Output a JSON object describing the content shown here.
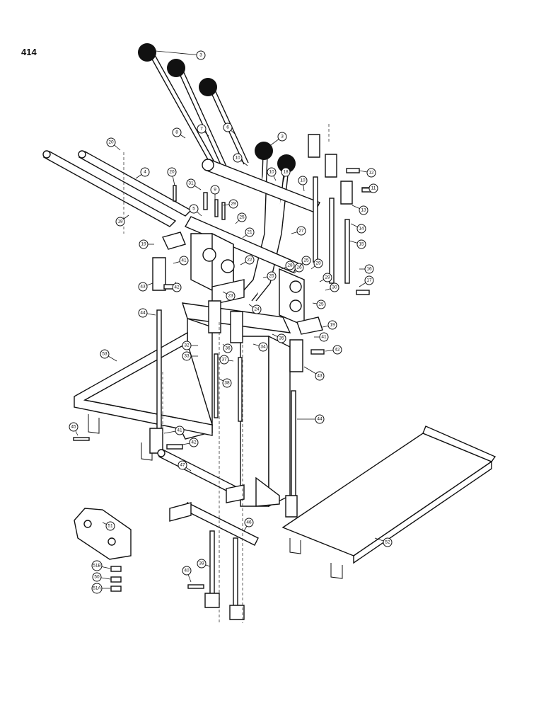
{
  "page_number": "414",
  "callouts": [
    {
      "id": "callout-3a",
      "label": "3"
    },
    {
      "id": "callout-3b",
      "label": "3"
    },
    {
      "id": "callout-8",
      "label": "8"
    },
    {
      "id": "callout-7",
      "label": "7"
    },
    {
      "id": "callout-6",
      "label": "6"
    },
    {
      "id": "callout-20a",
      "label": "20"
    },
    {
      "id": "callout-4",
      "label": "4"
    },
    {
      "id": "callout-20b",
      "label": "20"
    },
    {
      "id": "callout-31",
      "label": "31"
    },
    {
      "id": "callout-9",
      "label": "9"
    },
    {
      "id": "callout-29a",
      "label": "29"
    },
    {
      "id": "callout-5",
      "label": "5"
    },
    {
      "id": "callout-18a",
      "label": "18"
    },
    {
      "id": "callout-25a",
      "label": "25"
    },
    {
      "id": "callout-10a",
      "label": "10"
    },
    {
      "id": "callout-10b",
      "label": "10"
    },
    {
      "id": "callout-18b",
      "label": "18"
    },
    {
      "id": "callout-10c",
      "label": "10"
    },
    {
      "id": "callout-12",
      "label": "12"
    },
    {
      "id": "callout-11",
      "label": "11"
    },
    {
      "id": "callout-13",
      "label": "13"
    },
    {
      "id": "callout-14",
      "label": "14"
    },
    {
      "id": "callout-15",
      "label": "15"
    },
    {
      "id": "callout-16",
      "label": "16"
    },
    {
      "id": "callout-17",
      "label": "17"
    },
    {
      "id": "callout-19a",
      "label": "19"
    },
    {
      "id": "callout-21",
      "label": "21"
    },
    {
      "id": "callout-27",
      "label": "27"
    },
    {
      "id": "callout-41a",
      "label": "41"
    },
    {
      "id": "callout-22",
      "label": "22"
    },
    {
      "id": "callout-28",
      "label": "28"
    },
    {
      "id": "callout-26",
      "label": "26"
    },
    {
      "id": "callout-25b",
      "label": "25"
    },
    {
      "id": "callout-29b",
      "label": "29"
    },
    {
      "id": "callout-43a",
      "label": "43"
    },
    {
      "id": "callout-42a",
      "label": "42"
    },
    {
      "id": "callout-25c",
      "label": "25"
    },
    {
      "id": "callout-29c",
      "label": "29"
    },
    {
      "id": "callout-30",
      "label": "30"
    },
    {
      "id": "callout-23",
      "label": "23"
    },
    {
      "id": "callout-24",
      "label": "24"
    },
    {
      "id": "callout-25d",
      "label": "25"
    },
    {
      "id": "callout-44a",
      "label": "44"
    },
    {
      "id": "callout-19b",
      "label": "19"
    },
    {
      "id": "callout-41b",
      "label": "41"
    },
    {
      "id": "callout-32",
      "label": "32"
    },
    {
      "id": "callout-35",
      "label": "35"
    },
    {
      "id": "callout-33",
      "label": "33"
    },
    {
      "id": "callout-36",
      "label": "36"
    },
    {
      "id": "callout-34",
      "label": "34"
    },
    {
      "id": "callout-42b",
      "label": "42"
    },
    {
      "id": "callout-53",
      "label": "53"
    },
    {
      "id": "callout-37",
      "label": "37"
    },
    {
      "id": "callout-43b",
      "label": "43"
    },
    {
      "id": "callout-38",
      "label": "38"
    },
    {
      "id": "callout-45",
      "label": "45"
    },
    {
      "id": "callout-44b",
      "label": "44"
    },
    {
      "id": "callout-41c",
      "label": "41"
    },
    {
      "id": "callout-42c",
      "label": "42"
    },
    {
      "id": "callout-47",
      "label": "47"
    },
    {
      "id": "callout-51",
      "label": "51"
    },
    {
      "id": "callout-46",
      "label": "46"
    },
    {
      "id": "callout-52",
      "label": "52"
    },
    {
      "id": "callout-51b",
      "label": "51B"
    },
    {
      "id": "callout-50",
      "label": "50"
    },
    {
      "id": "callout-51a",
      "label": "51A"
    },
    {
      "id": "callout-40",
      "label": "40"
    },
    {
      "id": "callout-39",
      "label": "39"
    }
  ]
}
